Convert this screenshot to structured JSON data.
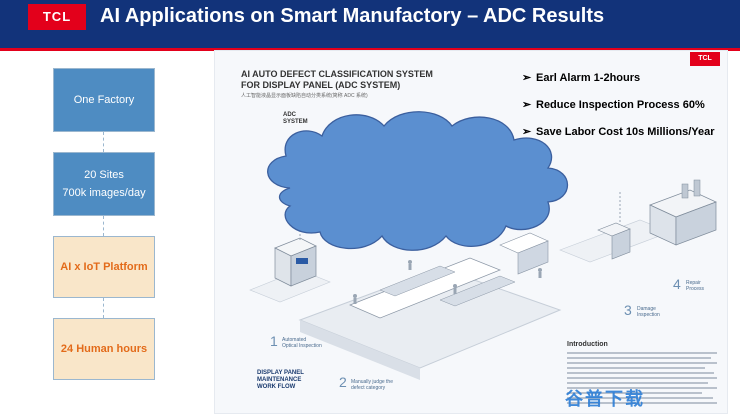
{
  "header": {
    "logo_text": "TCL",
    "title": "AI Applications on Smart Manufactory – ADC Results"
  },
  "flow": {
    "box1": "One Factory",
    "box2_line1": "20 Sites",
    "box2_line2": "700k images/day",
    "box3": "AI x IoT Platform",
    "box4": "24 Human hours"
  },
  "panel": {
    "logo_text": "TCL",
    "system_title_line1": "AI AUTO DEFECT CLASSIFICATION SYSTEM",
    "system_title_line2": "FOR DISPLAY PANEL (ADC SYSTEM)",
    "system_subtitle": "人工智能液晶显示面板缺陷自动分类系统(简称 ADC 系统)",
    "adc_label_line1": "ADC",
    "adc_label_line2": "SYSTEM",
    "steps": {
      "s1_num": "1",
      "s1_line1": "Automated",
      "s1_line2": "Optical Inspection",
      "s2_num": "2",
      "s2_line1": "Manually judge the",
      "s2_line2": "defect category",
      "s3_num": "3",
      "s3_line1": "Damage",
      "s3_line2": "Inspection",
      "s4_num": "4",
      "s4_line1": "Repair",
      "s4_line2": "Process"
    },
    "workflow_line1": "DISPLAY PANEL",
    "workflow_line2": "MAINTENANCE",
    "workflow_line3": "WORK FLOW",
    "intro_title": "Introduction",
    "watermark": "谷普下载"
  },
  "bullets": [
    "Earl Alarm 1-2hours",
    "Reduce Inspection Process 60%",
    "Save Labor Cost 10s Millions/Year"
  ],
  "colors": {
    "header_bg": "#12337a",
    "accent_red": "#e3001b",
    "flow_blue": "#4e8cc2",
    "flow_cream": "#f9e6c9",
    "flow_orange_text": "#e36b1a",
    "cloud_blue": "#5b8fd0"
  }
}
